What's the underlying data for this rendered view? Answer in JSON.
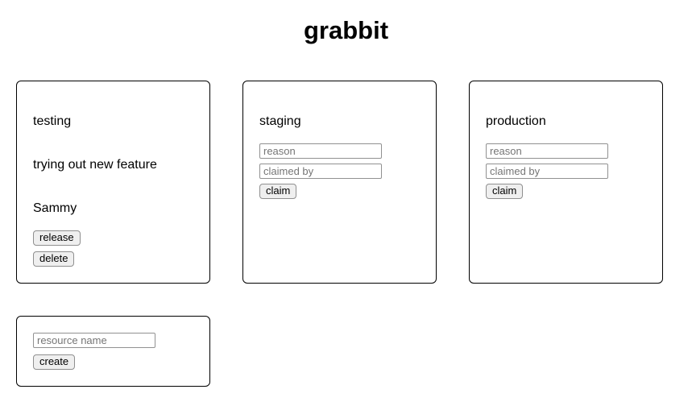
{
  "header": {
    "title": "grabbit"
  },
  "resources": [
    {
      "name": "testing",
      "claim_reason": "trying out new feature",
      "claimed_by": "Sammy",
      "buttons": {
        "release": "release",
        "delete": "delete"
      }
    },
    {
      "name": "staging",
      "inputs": {
        "reason_placeholder": "reason",
        "claimed_by_placeholder": "claimed by"
      },
      "buttons": {
        "claim": "claim"
      }
    },
    {
      "name": "production",
      "inputs": {
        "reason_placeholder": "reason",
        "claimed_by_placeholder": "claimed by"
      },
      "buttons": {
        "claim": "claim"
      }
    }
  ],
  "create_form": {
    "name_placeholder": "resource name",
    "create_label": "create"
  },
  "colors": {
    "background": "#ffffff",
    "text": "#000000",
    "card_border": "#000000",
    "button_background": "#efefef",
    "button_border": "#8f8f8f",
    "input_border": "#919191",
    "placeholder_text": "#757575"
  }
}
